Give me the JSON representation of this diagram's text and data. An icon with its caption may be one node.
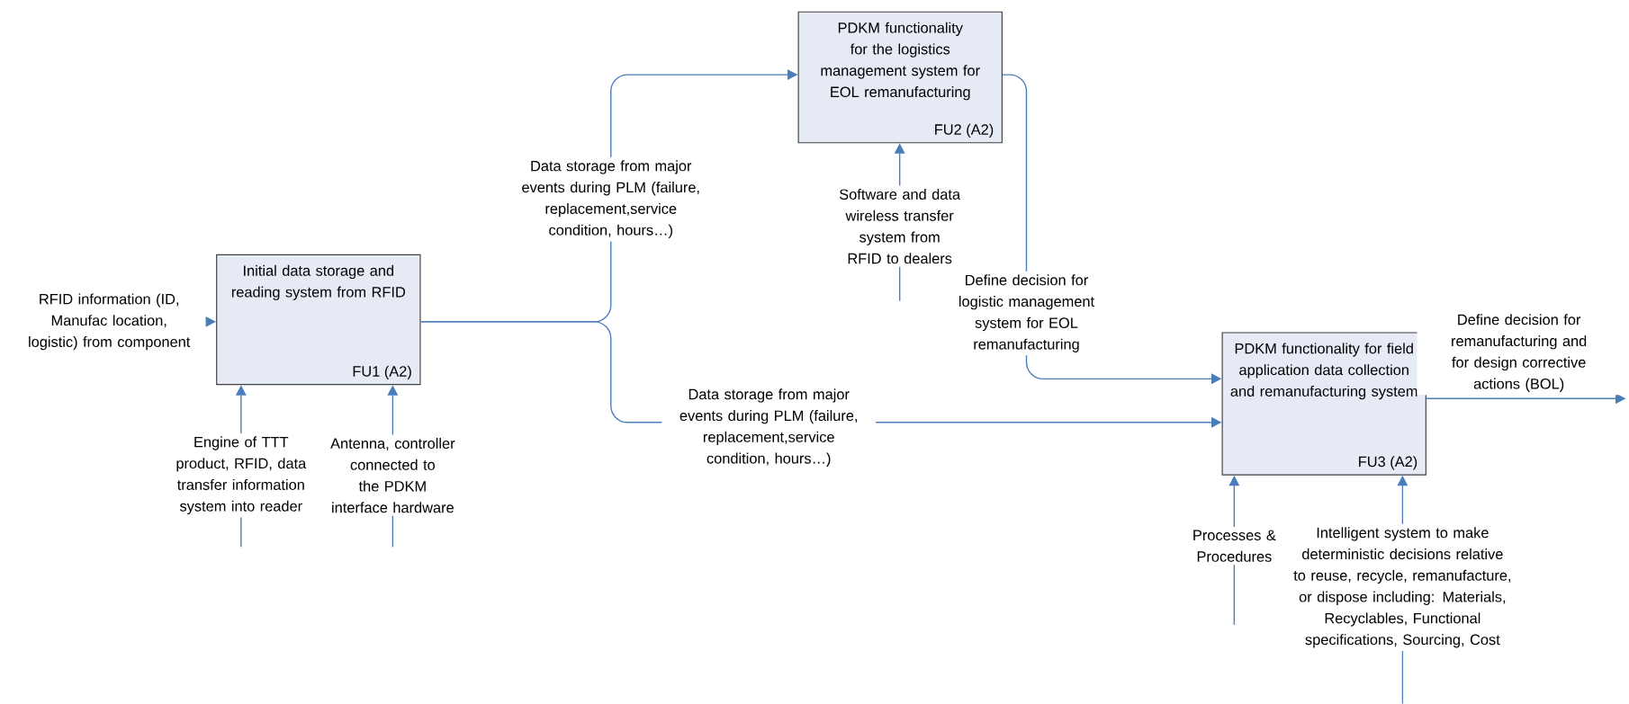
{
  "diagram": {
    "nodes": [
      {
        "text": [
          "RFID information (ID, Manufac location, logistic) from component"
        ]
      },
      {
        "text": [
          "Initial data storage and reading system from RFID",
          "FU1 (A2)"
        ]
      },
      {
        "text": [
          "PDKM functionality for the logistics management system for EOL remanufacturing",
          "FU2 (A2)"
        ]
      },
      {
        "text": [
          "PDKM functionality for field application data collection and remanufacturing system",
          "FU3 (A2)"
        ]
      }
    ],
    "edges": [
      {
        "from": 0,
        "to": 1,
        "arrow": "to"
      },
      {
        "from": 1,
        "to": 2,
        "arrow": "to",
        "label": "Data storage from major events during PLM (failure, replacement,service condition, hours…)"
      },
      {
        "from": 1,
        "to": 3,
        "arrow": "to",
        "label": "Data storage from major events during PLM (failure, replacement,service condition, hours…)"
      },
      {
        "from": 2,
        "to": 3,
        "arrow": "to",
        "label": "Define decision for logistic management system for EOL remanufacturing"
      },
      {
        "from": null,
        "to": 2,
        "arrow": "to",
        "label": "Software and data wireless transfer system from RFID to dealers"
      },
      {
        "from": null,
        "to": 1,
        "arrow": "to",
        "label": "Engine of TTT product, RFID, data transfer information system into reader"
      },
      {
        "from": null,
        "to": 1,
        "arrow": "to",
        "label": "Antenna, controller connected to the PDKM interface hardware"
      },
      {
        "from": null,
        "to": 3,
        "arrow": "to",
        "label": "Processes & Procedures"
      },
      {
        "from": null,
        "to": 3,
        "arrow": "to",
        "label": "Intelligent system to make deterministic decisions relative to reuse, recycle, remanufacture, or dispose including: Materials, Recyclables, Functional specifications, Sourcing, Cost"
      },
      {
        "from": 3,
        "to": null,
        "arrow": "to",
        "label": "Define decision for remanufacturing and for design corrective actions (BOL)"
      }
    ]
  }
}
